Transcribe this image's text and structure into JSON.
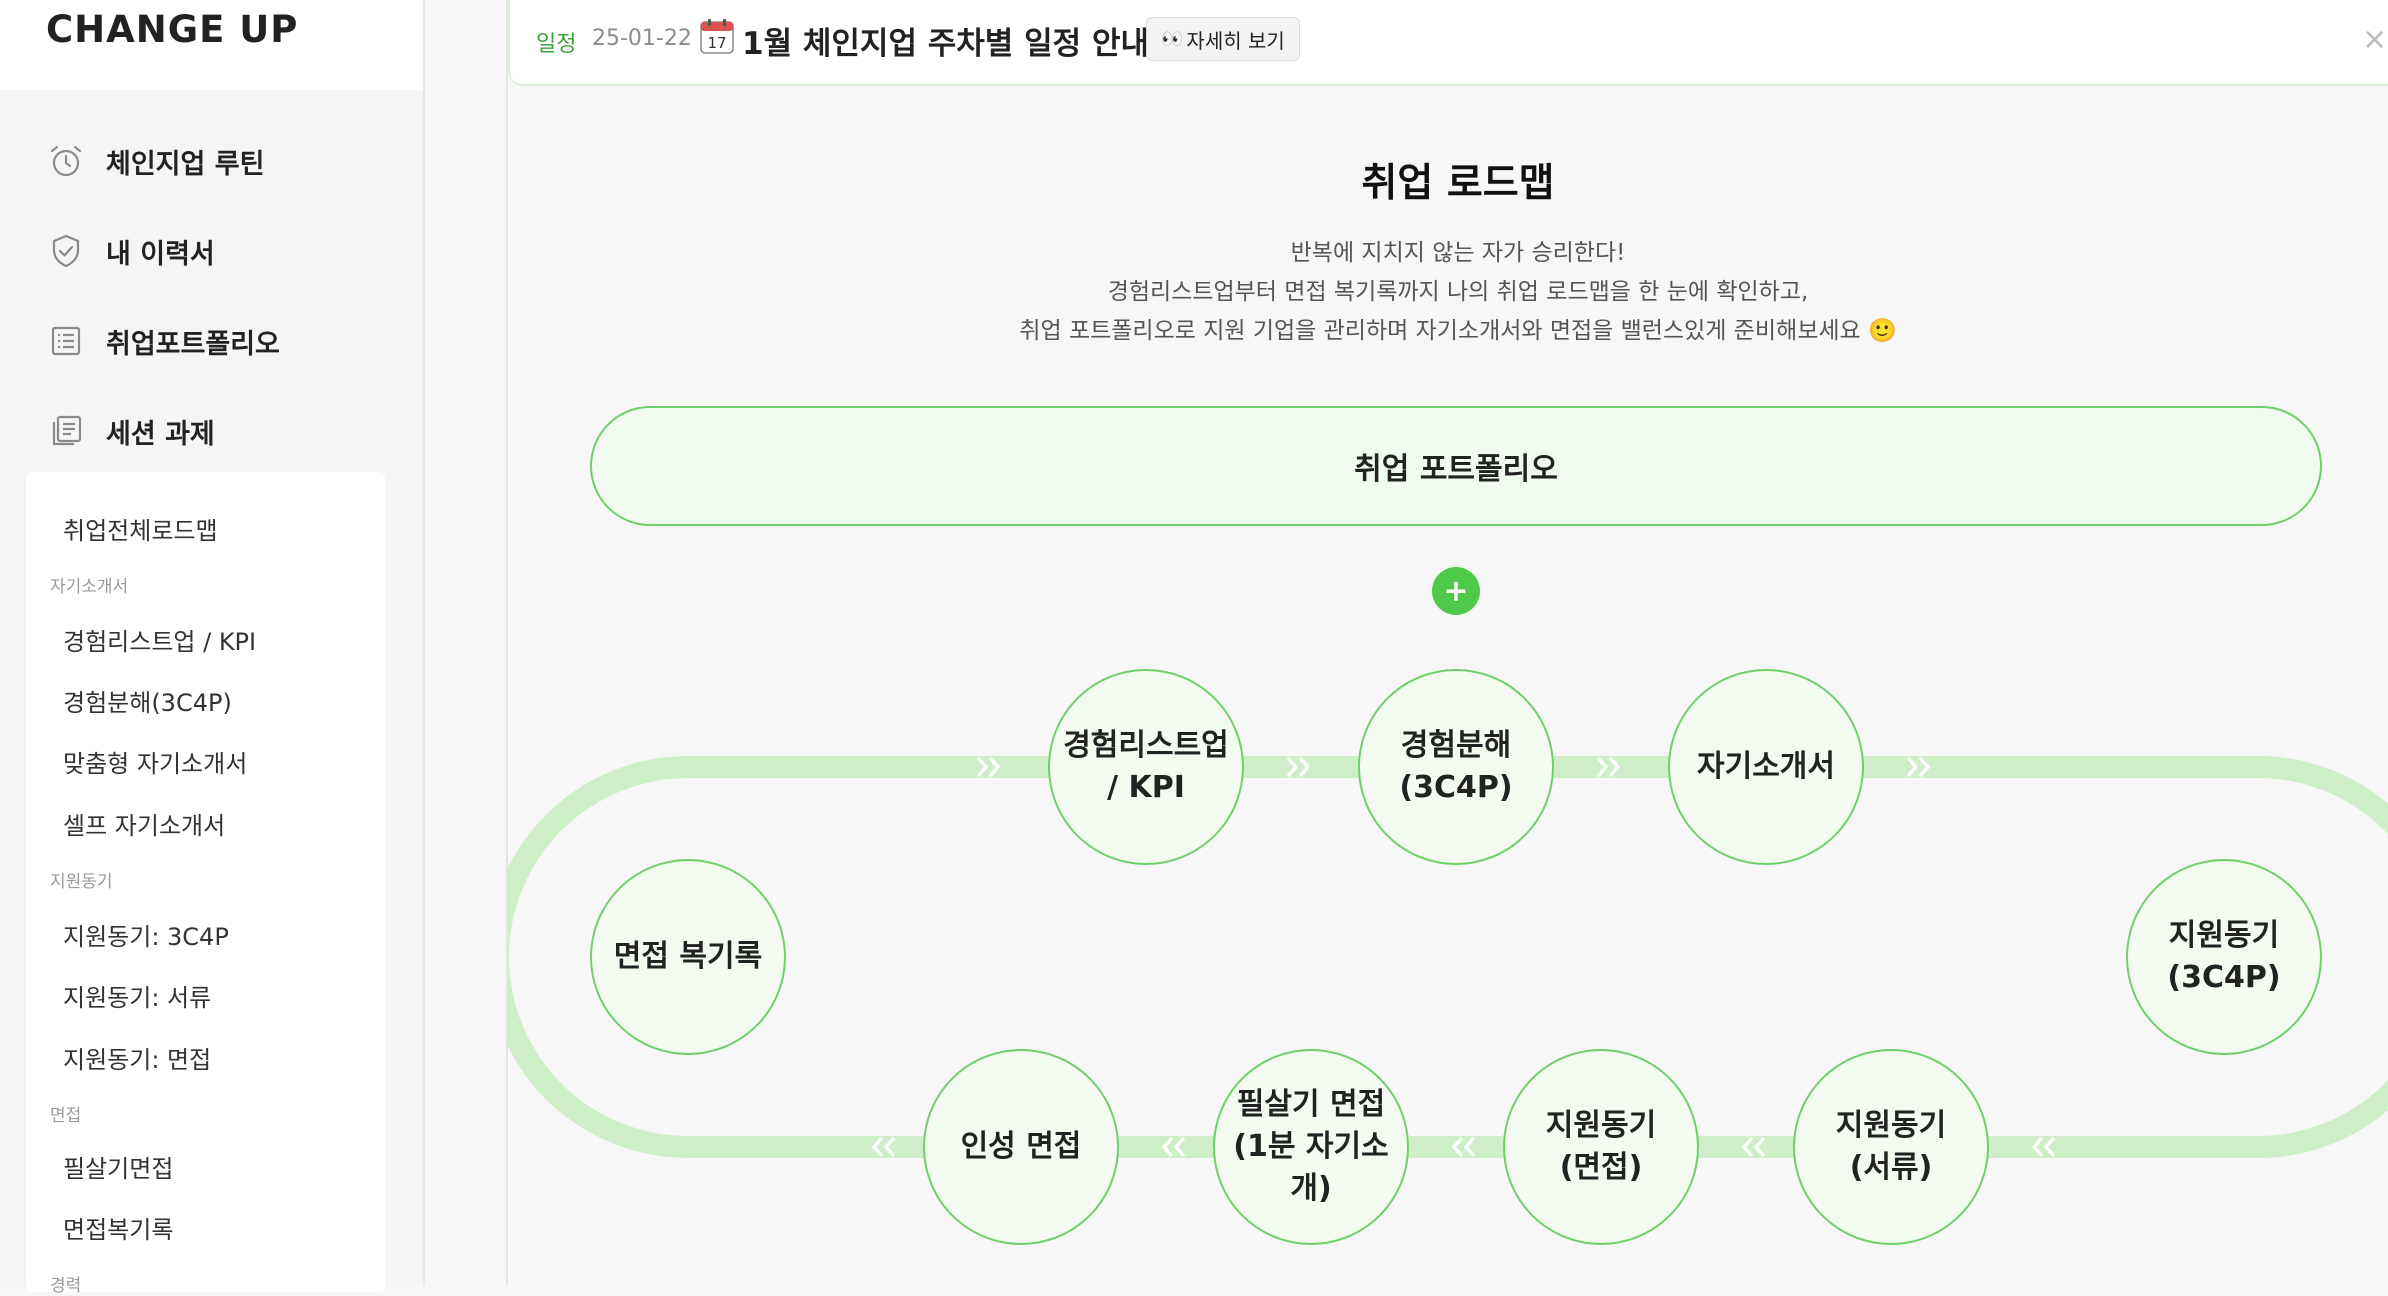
{
  "brand": "CHANGE UP",
  "sidebar": {
    "nav": [
      {
        "label": "체인지업 루틴",
        "icon": "alarm-clock-icon"
      },
      {
        "label": "내 이력서",
        "icon": "shield-check-icon"
      },
      {
        "label": "취업포트폴리오",
        "icon": "list-document-icon"
      },
      {
        "label": "세션 과제",
        "icon": "copy-document-icon"
      }
    ],
    "submenu": {
      "overview": "취업전체로드맵",
      "cat_intro": "자기소개서",
      "intro_items": [
        "경험리스트업 / KPI",
        "경험분해(3C4P)",
        "맞춤형 자기소개서",
        "셀프 자기소개서"
      ],
      "cat_motive": "지원동기",
      "motive_items": [
        "지원동기: 3C4P",
        "지원동기: 서류",
        "지원동기: 면접"
      ],
      "cat_interview": "면접",
      "interview_items": [
        "필살기면접",
        "면접복기록"
      ],
      "cat_career": "경력"
    }
  },
  "banner": {
    "tag": "일정",
    "date": "25-01-22",
    "calendar_day": "17",
    "title": "1월 체인지업 주차별 일정 안내",
    "button": "자세히 보기",
    "close": "×"
  },
  "roadmap": {
    "title": "취업 로드맵",
    "desc1": "반복에 지치지 않는 자가 승리한다!",
    "desc2": "경험리스트업부터 면접 복기록까지 나의 취업 로드맵을 한 눈에 확인하고,",
    "desc3": "취업 포트폴리오로 지원 기업을 관리하며 자기소개서와 면접을 밸런스있게 준비해보세요 🙂",
    "portfolio": "취업 포트폴리오",
    "plus": "+",
    "nodes": {
      "listup": [
        "경험리스트업",
        "/ KPI"
      ],
      "decompose": [
        "경험분해",
        "(3C4P)"
      ],
      "selfintro": [
        "자기소개서"
      ],
      "motive3c4p": [
        "지원동기",
        "(3C4P)"
      ],
      "motive_doc": [
        "지원동기",
        "(서류)"
      ],
      "motive_interview": [
        "지원동기",
        "(면접)"
      ],
      "killer": [
        "필살기 면접",
        "(1분 자기소개)"
      ],
      "personality": [
        "인성 면접"
      ],
      "review": [
        "면접 복기록"
      ]
    }
  },
  "colors": {
    "accent": "#4fc94a",
    "track": "#cdeec7",
    "node_border": "#6fd06a",
    "node_fill": "#f3fbf1"
  }
}
